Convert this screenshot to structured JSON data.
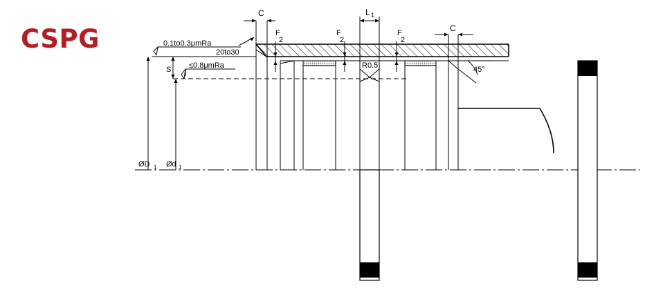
{
  "brand": {
    "logo_text": "CSPG",
    "logo_color": "#b01f24"
  },
  "dimensions": {
    "chamfer_left": "C",
    "chamfer_right": "C",
    "groove_length": "L",
    "groove_length_sub": "1",
    "clearance_num": "F",
    "clearance_den": "2",
    "section": "S",
    "bore_dia": "ØD",
    "bore_dia_sub": "1",
    "rod_dia": "Ød",
    "rod_dia_sub": "1",
    "radius": "R0.5",
    "angle": "45°"
  },
  "surface_finish": {
    "bore": "0.1to0.3μmRa",
    "chamfer_angle": "20to30",
    "rod": "≤0.8μmRa"
  }
}
